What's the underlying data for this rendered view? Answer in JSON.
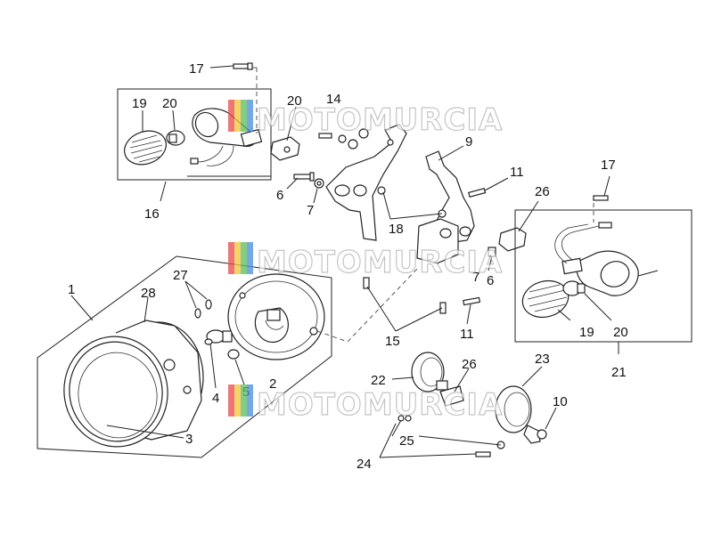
{
  "watermark": {
    "text": "MOTOMURCIA",
    "colors": [
      "#e85050",
      "#f0c840",
      "#60c060",
      "#5090e0"
    ]
  },
  "callouts": {
    "c17a": "17",
    "c19a": "19",
    "c20a": "20",
    "c16": "16",
    "c6a": "6",
    "c7a": "7",
    "c20b": "20",
    "c14": "14",
    "c9": "9",
    "c11a": "11",
    "c18": "18",
    "c17b": "17",
    "c26a": "26",
    "c6b": "6",
    "c7b": "7",
    "c11b": "11",
    "c15": "15",
    "c19b": "19",
    "c20c": "20",
    "c21": "21",
    "c1": "1",
    "c28": "28",
    "c27": "27",
    "c2": "2",
    "c4": "4",
    "c5": "5",
    "c3": "3",
    "c22": "22",
    "c26b": "26",
    "c23": "23",
    "c10": "10",
    "c25": "25",
    "c24": "24"
  }
}
